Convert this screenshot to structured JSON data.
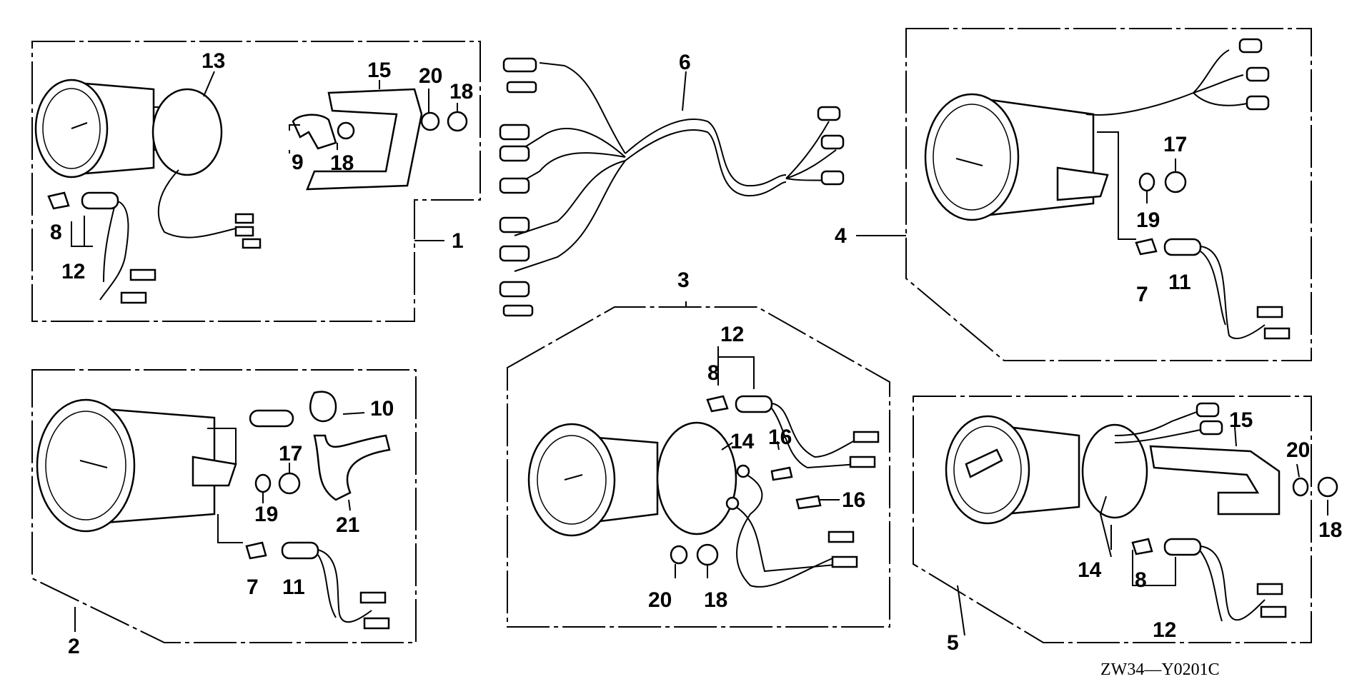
{
  "diagram": {
    "drawing_code": "ZW34—Y0201C",
    "callouts": {
      "g1": {
        "group": "1",
        "p13": "13",
        "p15": "15",
        "p20": "20",
        "p18a": "18",
        "p9": "9",
        "p18b": "18",
        "p8": "8",
        "p12": "12"
      },
      "harness": {
        "p6": "6"
      },
      "g2": {
        "group": "2",
        "p10": "10",
        "p17": "17",
        "p19": "19",
        "p21": "21",
        "p7": "7",
        "p11": "11"
      },
      "g3": {
        "group": "3",
        "p12": "12",
        "p8": "8",
        "p14": "14",
        "p16a": "16",
        "p16b": "16",
        "p20": "20",
        "p18": "18"
      },
      "g4": {
        "group": "4",
        "p17": "17",
        "p19": "19",
        "p7": "7",
        "p11": "11"
      },
      "g5": {
        "group": "5",
        "p15": "15",
        "p20": "20",
        "p18": "18",
        "p14": "14",
        "p8": "8",
        "p12": "12"
      }
    }
  }
}
